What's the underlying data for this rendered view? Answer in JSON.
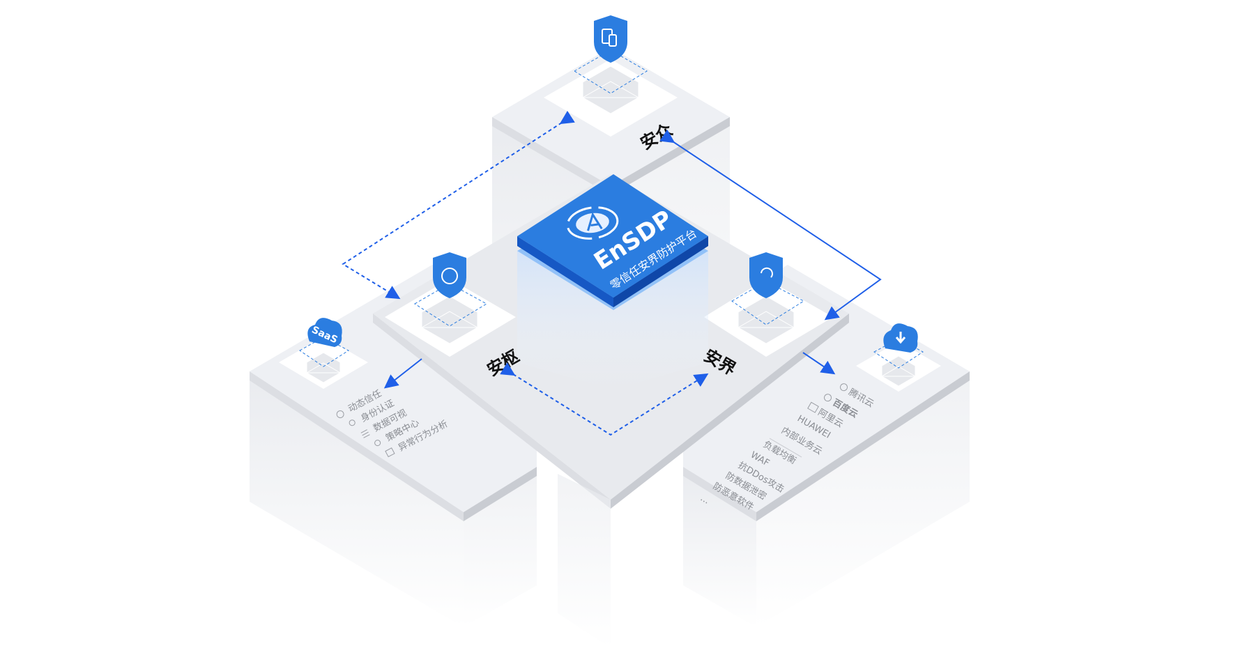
{
  "platform": {
    "name": "EnSDP",
    "subtitle": "零信任安界防护平台"
  },
  "labels": {
    "top": "安众",
    "left": "安枢",
    "right": "安界"
  },
  "saas_badge": "SaaS",
  "left_list": [
    "动态信任",
    "身份认证",
    "数据可视",
    "策略中心",
    "异常行为分析"
  ],
  "left_list_icons": [
    "target-icon",
    "user-icon",
    "list-icon",
    "bulb-icon",
    "image-icon"
  ],
  "clouds": [
    "腾讯云",
    "百度云",
    "阿里云",
    "HUAWEI",
    "内部业务云"
  ],
  "right_list": [
    "负载均衡",
    "WAF",
    "抗DDos攻击",
    "防数据泄密",
    "防恶意软件",
    "..."
  ],
  "colors": {
    "accent": "#2b7de0",
    "dark_accent": "#1658c4",
    "arrow": "#1f5fe8",
    "platform": "#eef0f4"
  }
}
